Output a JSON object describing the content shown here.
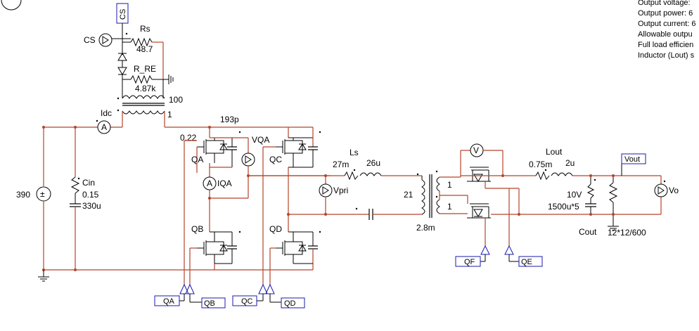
{
  "notes": [
    "Output voltage: ",
    "Output power: 6",
    "Output current: 6",
    "Allowable outpu",
    "Full load efficien",
    "Inductor (Lout) s"
  ],
  "labels": {
    "rs": "Rs",
    "rs_val": "48.7",
    "cs_meter": "CS",
    "cs_tag": "CS",
    "r_re": "R_RE",
    "r_re_val": "4.87k",
    "turns_100": "100",
    "turns_1": "1",
    "idc": "Idc",
    "cap_193p": "193p",
    "val_022": "0.22",
    "vqa": "VQA",
    "qa": "QA",
    "qc": "QC",
    "iqa": "IQA",
    "qb": "QB",
    "qd": "QD",
    "cin": "Cin",
    "cin_esr": "0.15",
    "cin_val": "330u",
    "vin": "390",
    "ls": "Ls",
    "ls_r": "27m",
    "ls_l": "26u",
    "vpri": "Vpri",
    "tx_21": "21",
    "tx_1a": "1",
    "tx_1b": "1",
    "tx_lm": "2.8m",
    "lout": "Lout",
    "lout_r": "0.75m",
    "lout_l": "2u",
    "cout_v": "10V",
    "cout_val": "1500u*5",
    "cout": "Cout",
    "rload": "12*12/600",
    "vout_tag": "Vout",
    "vo": "Vo",
    "v_meter": "V",
    "qf_tag": "QF",
    "qe_tag": "QE",
    "qa_tag": "QA",
    "qb_tag": "QB",
    "qc_tag": "QC",
    "qd_tag": "QD",
    "a_idc": "A",
    "a_iqa": "A"
  },
  "colors": {
    "wire": "#b5442a",
    "tag_border": "#1a1ab0",
    "component": "#000000"
  }
}
